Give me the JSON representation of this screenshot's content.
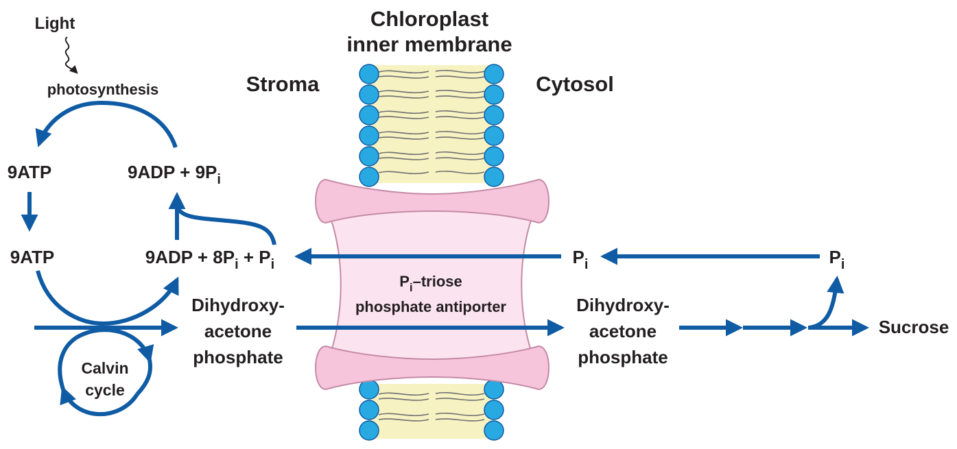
{
  "header": {
    "title_line1": "Chloroplast",
    "title_line2": "inner membrane"
  },
  "regions": {
    "stroma": "Stroma",
    "cytosol": "Cytosol"
  },
  "light": {
    "label": "Light",
    "process": "photosynthesis"
  },
  "stroma_side": {
    "atp_top": "9ATP",
    "adp_top_prefix": "9ADP + 9P",
    "adp_top_sub": "i",
    "atp_bottom": "9ATP",
    "adp_bottom_prefix": "9ADP + 8P",
    "adp_bottom_sub1": "i",
    "adp_bottom_mid": " + P",
    "adp_bottom_sub2": "i",
    "dhap_line1": "Dihydroxy-",
    "dhap_line2": "acetone",
    "dhap_line3": "phosphate",
    "calvin_line1": "Calvin",
    "calvin_line2": "cycle"
  },
  "antiporter": {
    "prefix": "P",
    "sub": "i",
    "line1_rest": "–triose",
    "line2": "phosphate antiporter"
  },
  "cytosol_side": {
    "pi_mid_prefix": "P",
    "pi_mid_sub": "i",
    "pi_right_prefix": "P",
    "pi_right_sub": "i",
    "dhap_line1": "Dihydroxy-",
    "dhap_line2": "acetone",
    "dhap_line3": "phosphate",
    "product": "Sucrose"
  },
  "colors": {
    "arrow": "#0f5ba4",
    "lipid_head": "#29a9e1",
    "lipid_tail_bg": "#f6f2c2",
    "protein": "#f6c5dc",
    "protein_edge": "#c58aa6",
    "text": "#231f20"
  }
}
